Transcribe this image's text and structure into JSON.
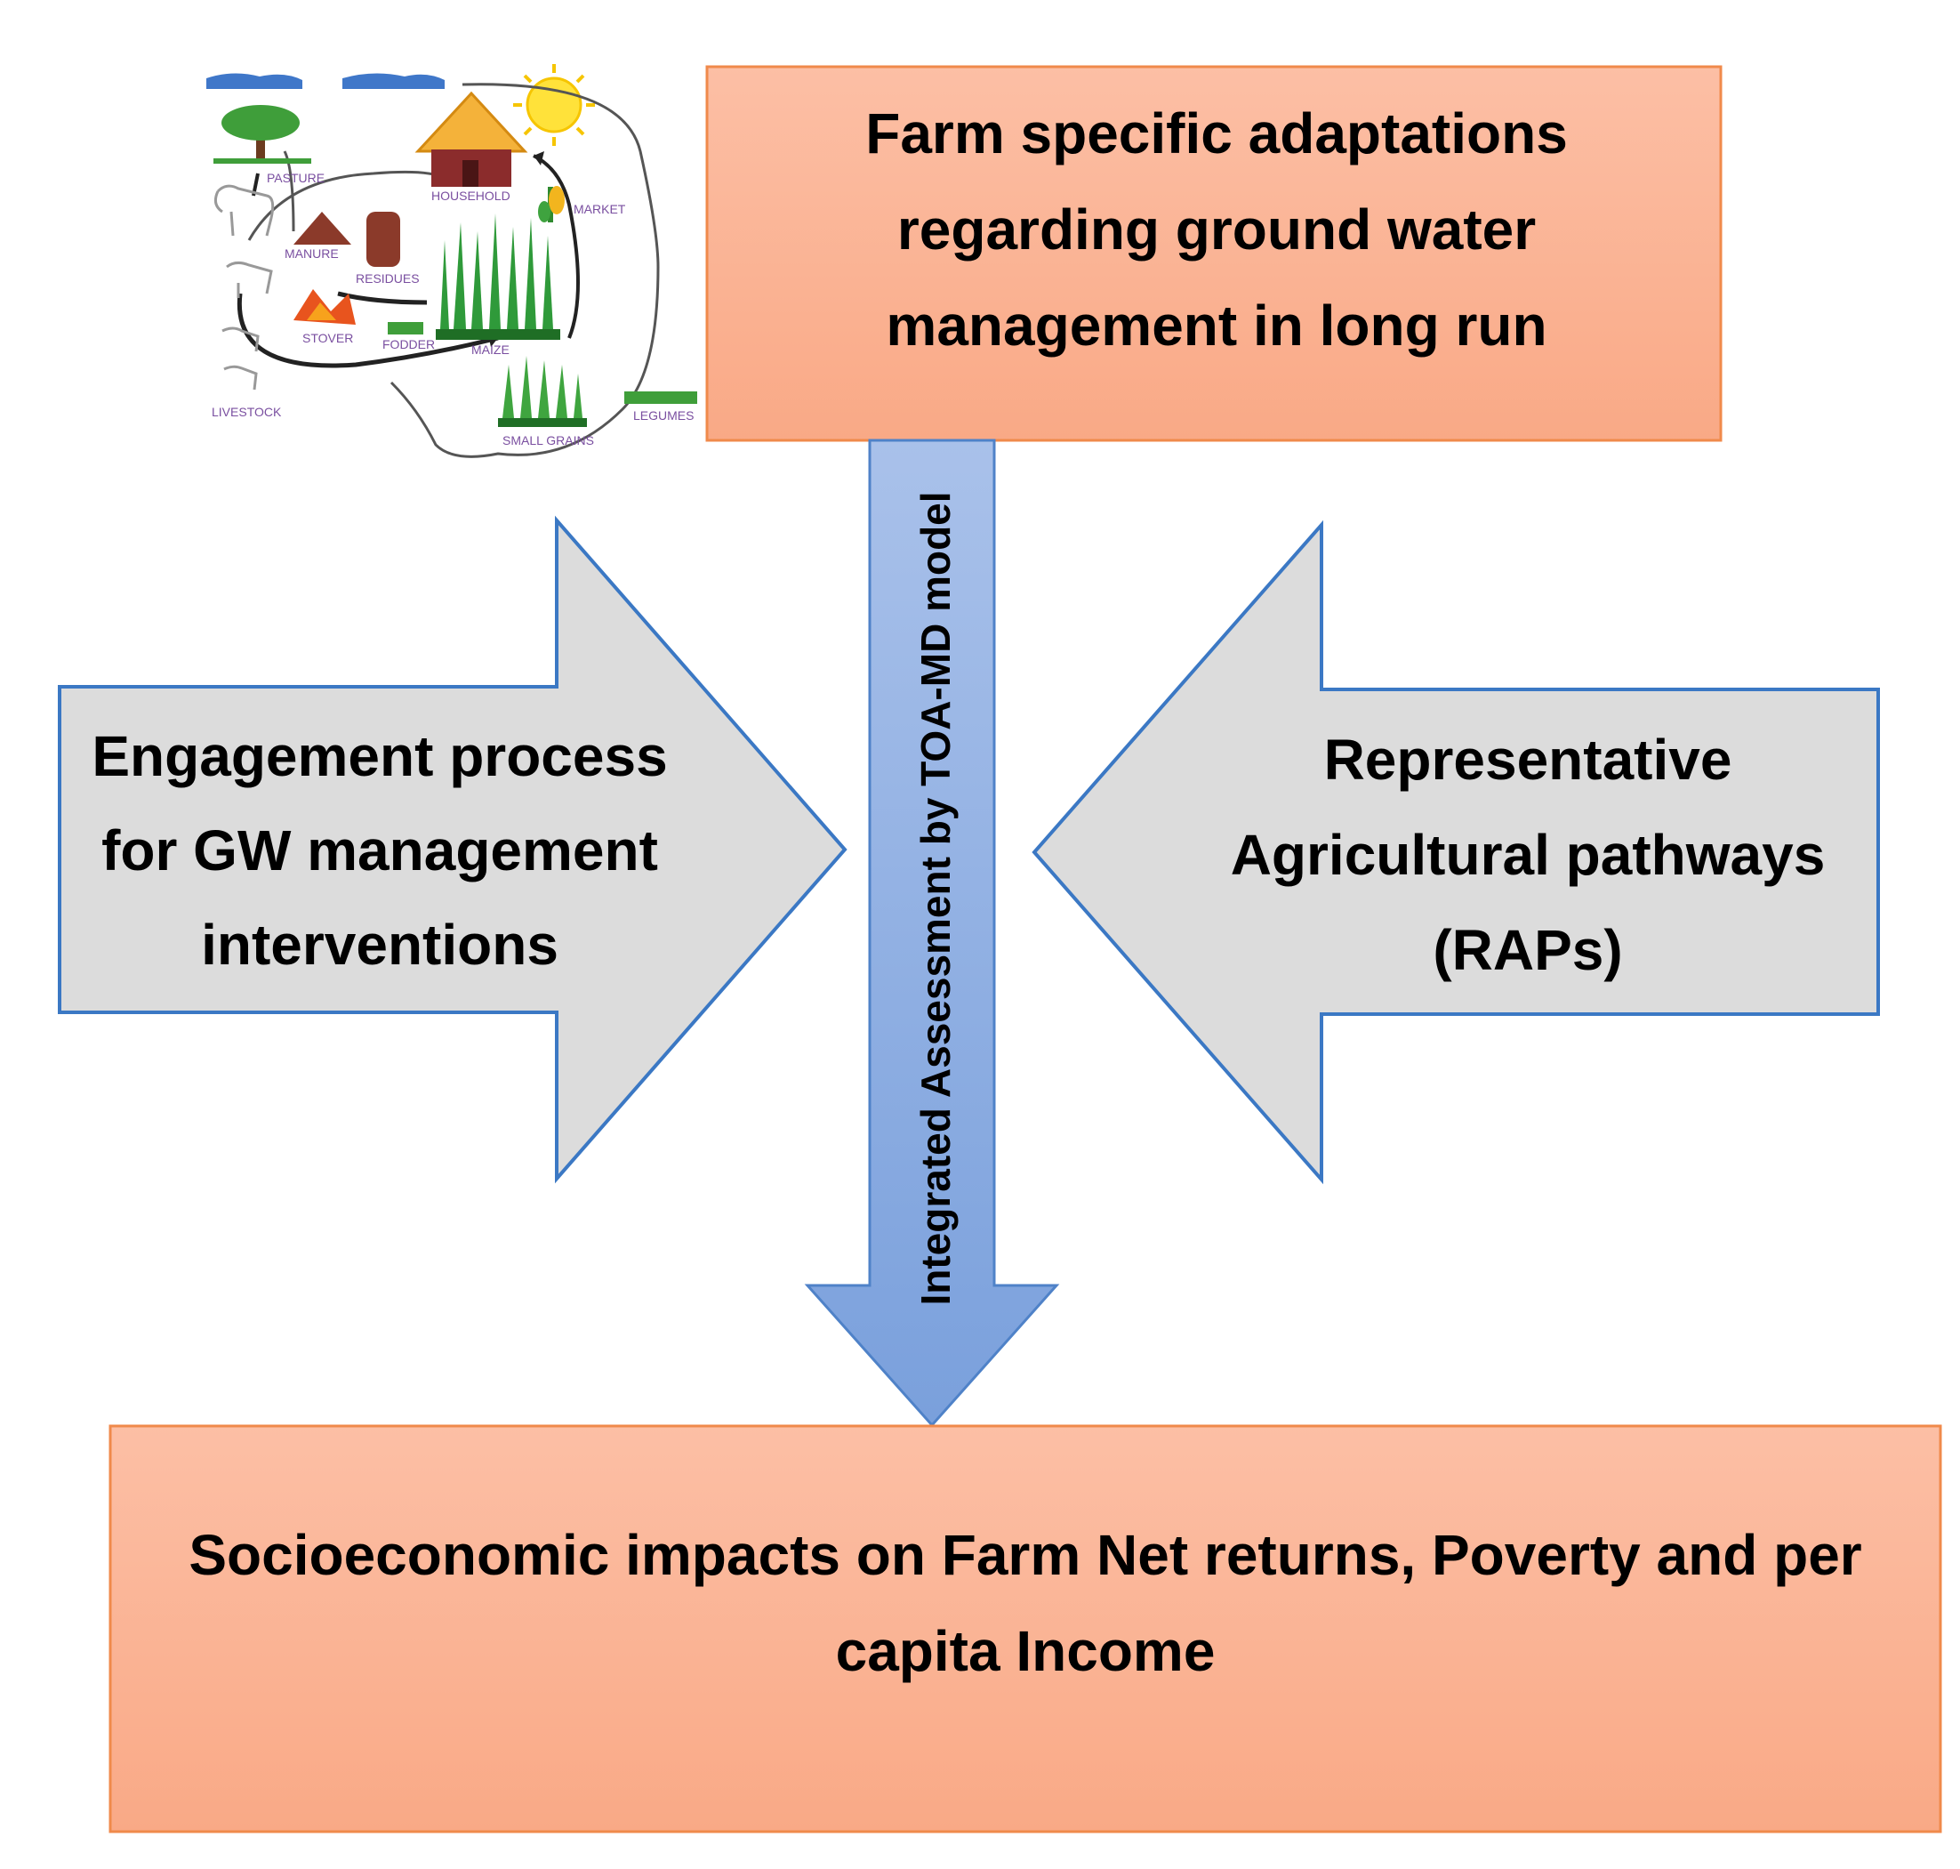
{
  "top_box": {
    "lines": [
      "Farm specific adaptations",
      "regarding ground water",
      "management in long run"
    ]
  },
  "left_arrow": {
    "lines": [
      "Engagement process",
      "for GW management",
      "interventions"
    ]
  },
  "right_arrow": {
    "lines": [
      "Representative",
      "Agricultural pathways",
      "(RAPs)"
    ]
  },
  "center_arrow": {
    "label": "Integrated Assessment by TOA-MD model"
  },
  "bottom_box": {
    "lines": [
      "Socioeconomic impacts on Farm Net returns, Poverty and per",
      "capita Income"
    ]
  },
  "farm_illustration": {
    "labels": {
      "pasture": "PASTURE",
      "household": "HOUSEHOLD",
      "manure": "MANURE",
      "residues": "RESIDUES",
      "stover": "STOVER",
      "fodder": "FODDER",
      "livestock": "LIVESTOCK",
      "small_grains": "SMALL GRAINS",
      "legumes": "LEGUMES",
      "market": "MARKET",
      "maize": "MAIZE"
    }
  },
  "colors": {
    "box_fill": "#fbb49a",
    "box_border": "#f08a4b",
    "arrow_fill": "#dcdcdc",
    "arrow_border": "#3b78c4",
    "center_fill": "#8fb0e0",
    "center_border": "#4f82c8"
  }
}
